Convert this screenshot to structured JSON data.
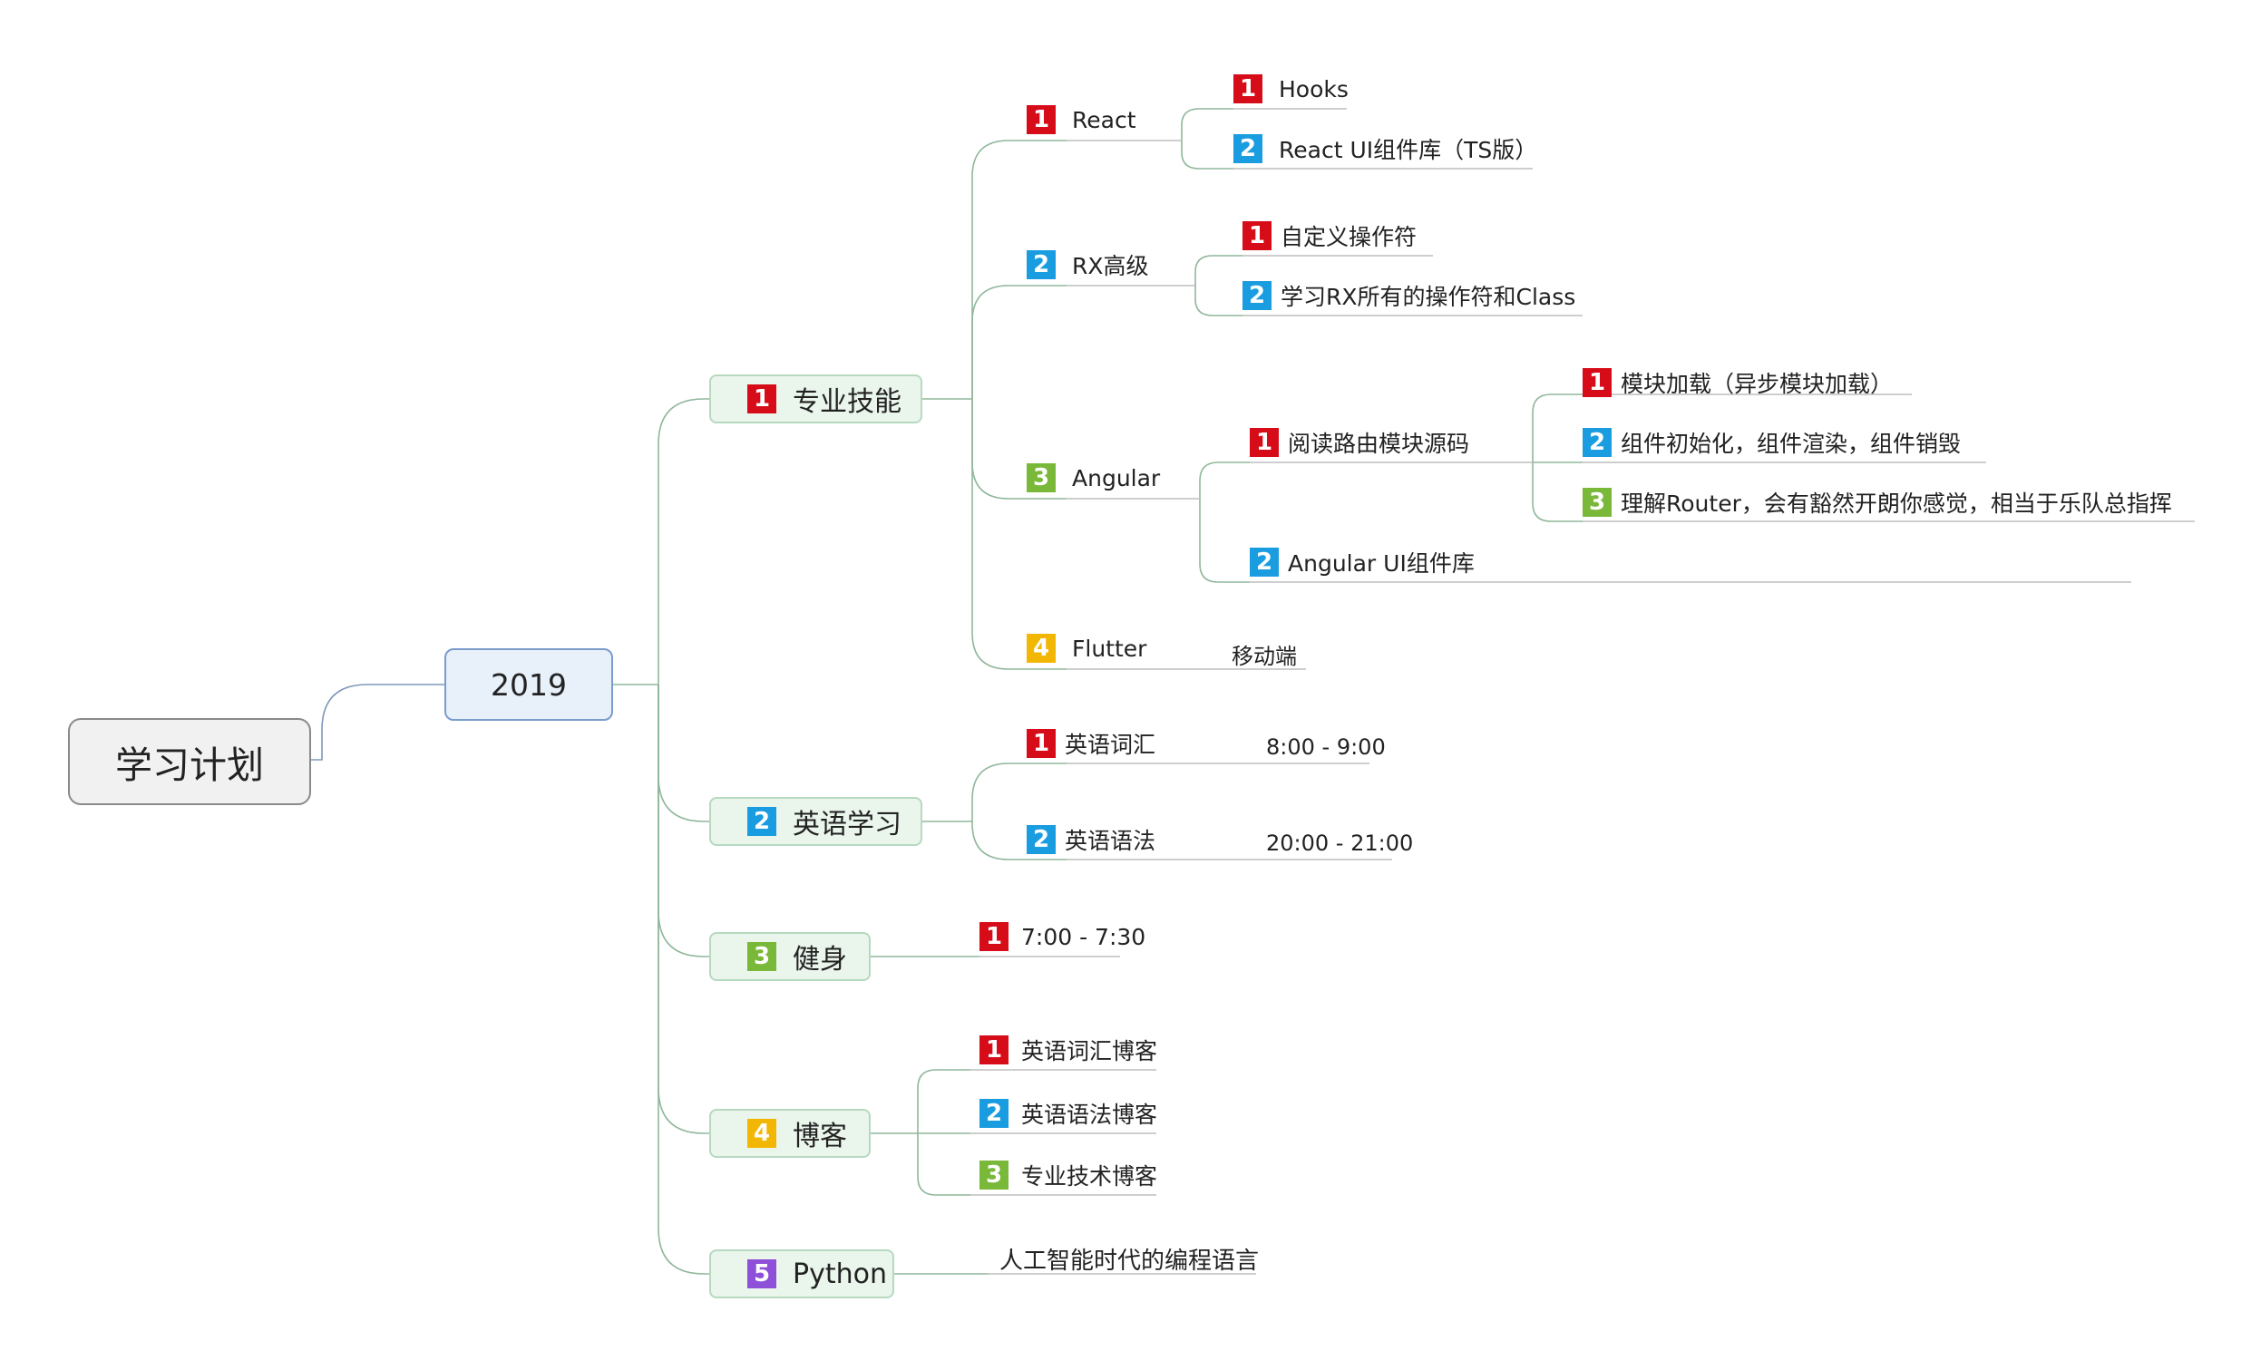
{
  "colors": {
    "p1": "#d70c19",
    "p2": "#1a9de0",
    "p3": "#7ab83a",
    "p4": "#f2b705",
    "p5": "#8e4fd9"
  },
  "icons": {
    "priority": "priority-number-icon"
  },
  "map": {
    "root": "学习计划",
    "year": "2019",
    "skills": {
      "priority": "1",
      "label": "专业技能",
      "react": {
        "priority": "1",
        "label": "React",
        "hooks": {
          "priority": "1",
          "label": "Hooks"
        },
        "ui_lib": {
          "priority": "2",
          "label": "React UI组件库（TS版）"
        }
      },
      "rx": {
        "priority": "2",
        "label": "RX高级",
        "custom_op": {
          "priority": "1",
          "label": "自定义操作符"
        },
        "all_ops": {
          "priority": "2",
          "label": "学习RX所有的操作符和Class"
        }
      },
      "angular": {
        "priority": "3",
        "label": "Angular",
        "router_src": {
          "priority": "1",
          "label": "阅读路由模块源码",
          "lazy": {
            "priority": "1",
            "label": "模块加载（异步模块加载）"
          },
          "lifecycle": {
            "priority": "2",
            "label": "组件初始化，组件渲染，组件销毁"
          },
          "understand": {
            "priority": "3",
            "label": "理解Router，会有豁然开朗你感觉，相当于乐队总指挥"
          }
        },
        "ui_lib": {
          "priority": "2",
          "label": "Angular UI组件库"
        }
      },
      "flutter": {
        "priority": "4",
        "label": "Flutter",
        "note": "移动端"
      }
    },
    "english": {
      "priority": "2",
      "label": "英语学习",
      "vocab": {
        "priority": "1",
        "label": "英语词汇",
        "note": "8:00 - 9:00"
      },
      "grammar": {
        "priority": "2",
        "label": "英语语法",
        "note": "20:00 - 21:00"
      }
    },
    "fitness": {
      "priority": "3",
      "label": "健身",
      "time": {
        "priority": "1",
        "label": "7:00 - 7:30"
      }
    },
    "blog": {
      "priority": "4",
      "label": "博客",
      "vocab": {
        "priority": "1",
        "label": "英语词汇博客"
      },
      "grammar": {
        "priority": "2",
        "label": "英语语法博客"
      },
      "tech": {
        "priority": "3",
        "label": "专业技术博客"
      }
    },
    "python": {
      "priority": "5",
      "label": "Python",
      "note": "人工智能时代的编程语言"
    }
  }
}
